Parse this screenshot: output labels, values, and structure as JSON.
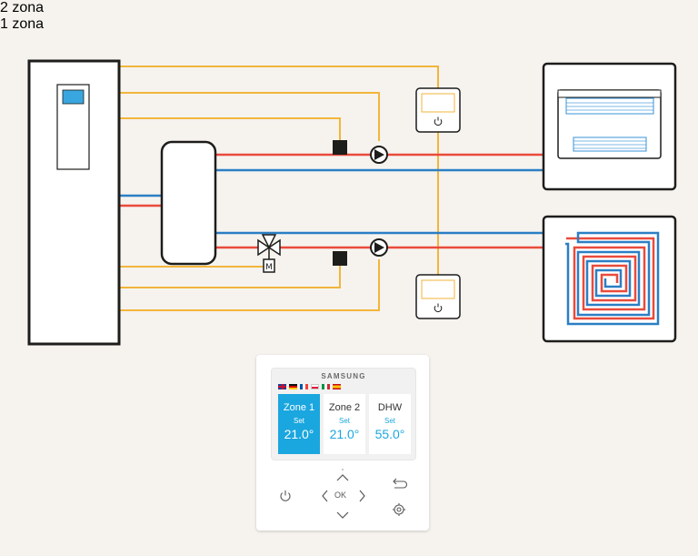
{
  "labels": {
    "zone_top": "2 zona",
    "zone_bottom": "1 zona"
  },
  "colors": {
    "hot_pipe": "#e94b3c",
    "cold_pipe": "#2b7fc4",
    "signal_wire": "#f2b53a",
    "outline": "#1d1d1b",
    "screen_accent": "#1aa6df"
  },
  "icons": {
    "indoor_unit": "indoor-unit-icon",
    "buffer_tank": "buffer-tank-icon",
    "circulation_pump": "circulation-pump-icon",
    "three_way_valve": "three-way-valve-icon",
    "valve_motor_letter": "M",
    "thermostat": "room-thermostat-icon",
    "thermostat_power": "power-icon",
    "fan_coil": "fan-coil-icon",
    "underfloor_heating": "underfloor-heating-icon"
  },
  "controller": {
    "brand": "SAMSUNG",
    "flags": [
      "uk",
      "de",
      "fr",
      "pl",
      "it",
      "es"
    ],
    "tiles": [
      {
        "name": "Zone 1",
        "set_label": "Set",
        "value": "21.0°",
        "active": true
      },
      {
        "name": "Zone 2",
        "set_label": "Set",
        "value": "21.0°",
        "active": false
      },
      {
        "name": "DHW",
        "set_label": "Set",
        "value": "55.0°",
        "active": false
      }
    ],
    "ok_label": "OK",
    "buttons": [
      "power-icon",
      "back-icon",
      "settings-icon",
      "arrow-up-icon",
      "arrow-down-icon",
      "arrow-left-icon",
      "arrow-right-icon"
    ]
  }
}
